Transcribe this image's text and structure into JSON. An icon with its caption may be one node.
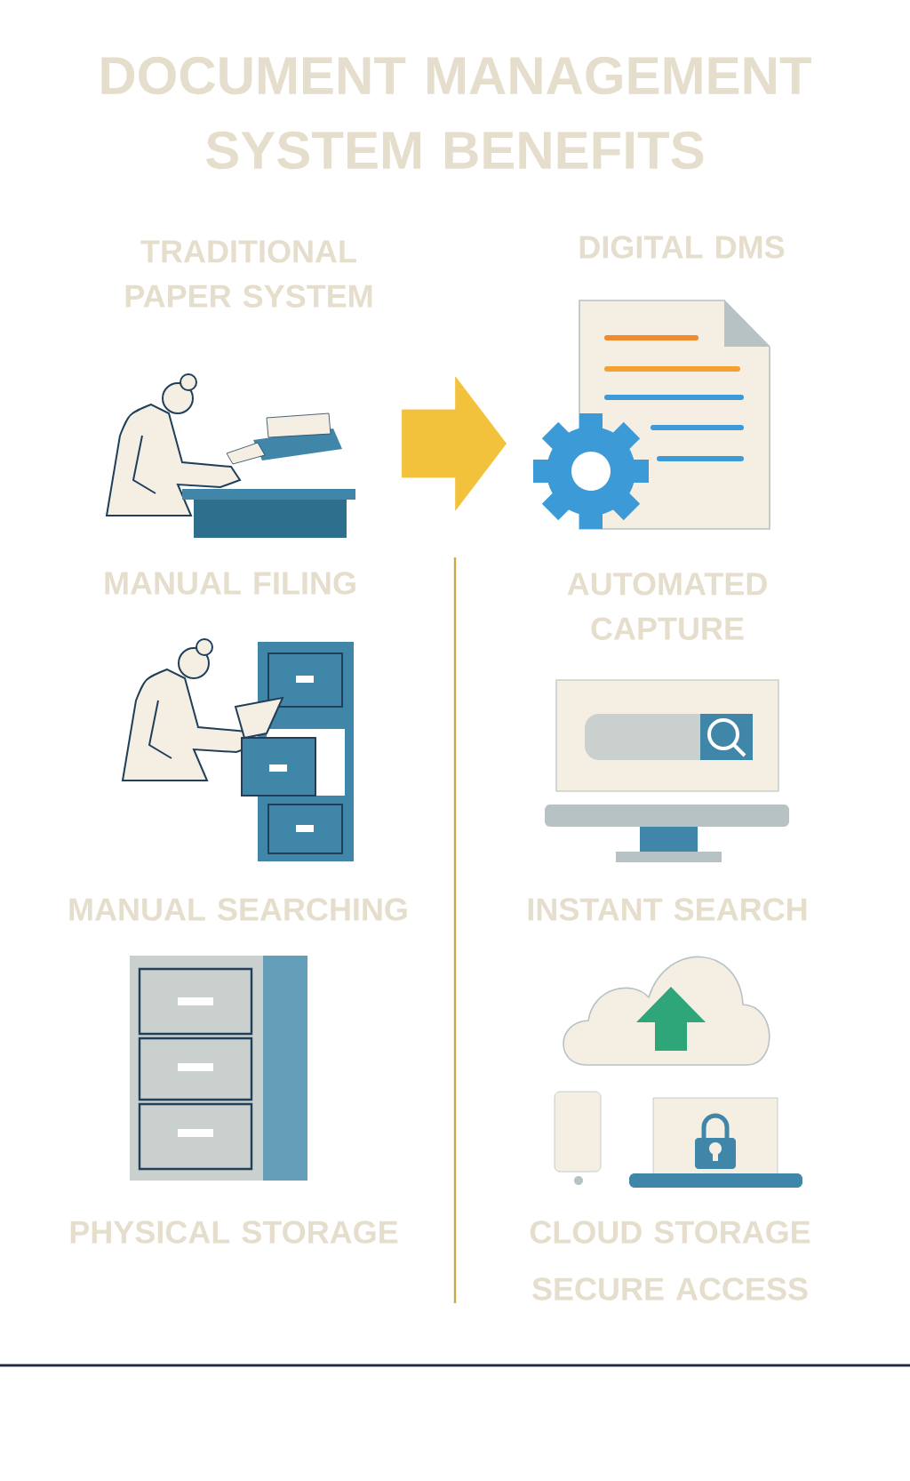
{
  "diagram": {
    "title": "DOCUMENT MANAGEMENT SYSTEM BENEFITS",
    "nodes": [
      {
        "text": [],
        "shape": "picture"
      },
      {
        "text": [],
        "shape": "picture"
      }
    ],
    "edges": [
      {
        "from": 0,
        "to": 1,
        "arrow": "to"
      }
    ],
    "labels": [
      "TRADITIONAL PAPER SYSTEM",
      "DIGITAL DMS",
      "MANUAL FILING",
      "AUTOMATED CAPTURE",
      "MANUAL SEARCHING",
      "INSTANT SEARCH",
      "PHYSICAL STORAGE",
      "CLOUD STORAGE",
      "SECURE ACCESS"
    ]
  }
}
